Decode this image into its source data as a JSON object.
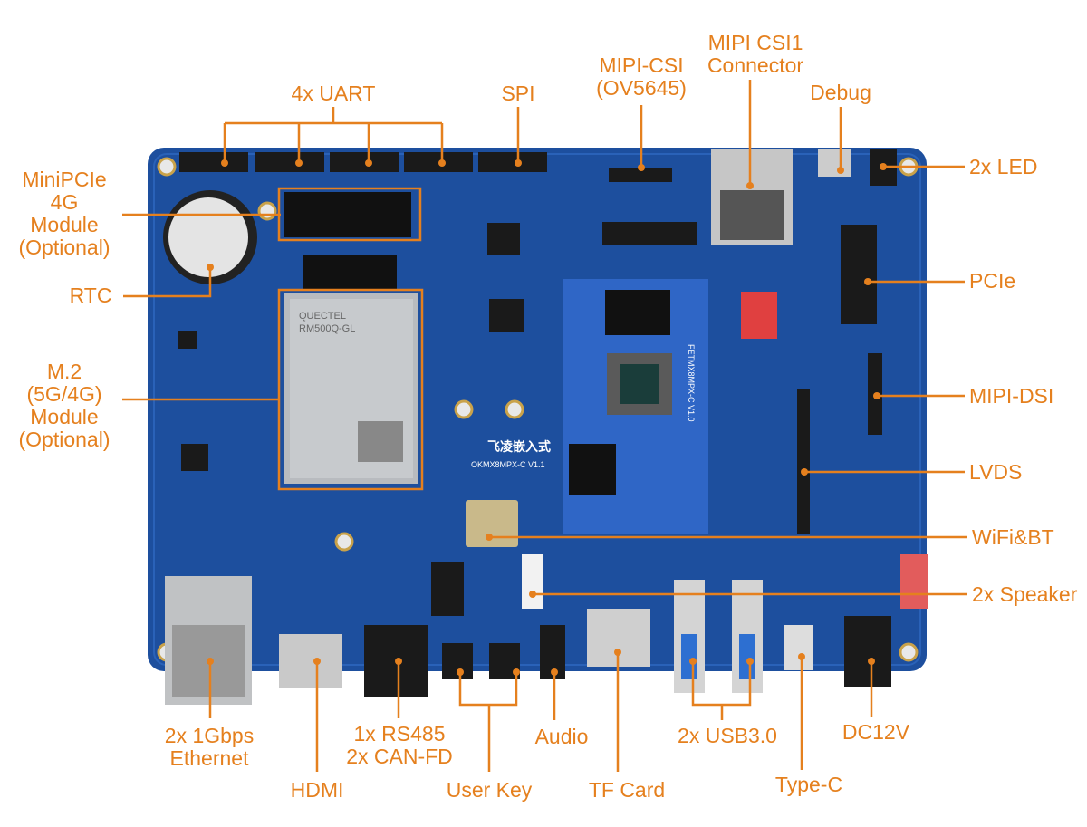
{
  "diagram": {
    "accent_color": "#e5801e",
    "board_color": "#1d4f9e",
    "board_silkscreen": {
      "brand": "飞凌嵌入式",
      "board_model": "OKMX8MPX-C V1.1",
      "som_model": "FETMX8MPX-C V1.0",
      "module_brand": "QUECTEL",
      "module_model": "RM500Q-GL"
    },
    "labels": {
      "uart": "4x UART",
      "spi": "SPI",
      "mipi_csi_1": "MIPI-CSI",
      "mipi_csi_2": "(OV5645)",
      "mipi_csi1_1": "MIPI CSI1",
      "mipi_csi1_2": "Connector",
      "debug": "Debug",
      "led": "2x LED",
      "pcie": "PCIe",
      "mipi_dsi": "MIPI-DSI",
      "lvds": "LVDS",
      "wifi": "WiFi&BT",
      "speaker": "2x Speaker",
      "dc": "DC12V",
      "typec": "Type-C",
      "usb": "2x USB3.0",
      "tf": "TF Card",
      "audio": "Audio",
      "userkey": "User Key",
      "rs485_1": "1x RS485",
      "rs485_2": "2x CAN-FD",
      "hdmi": "HDMI",
      "eth_1": "2x 1Gbps",
      "eth_2": "Ethernet",
      "minipcie_1": "MiniPCIe",
      "minipcie_2": "4G",
      "minipcie_3": "Module",
      "minipcie_4": "(Optional)",
      "rtc": "RTC",
      "m2_1": "M.2",
      "m2_2": "(5G/4G)",
      "m2_3": "Module",
      "m2_4": "(Optional)"
    }
  }
}
